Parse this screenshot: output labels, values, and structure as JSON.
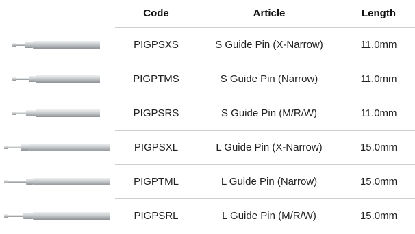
{
  "table": {
    "headers": {
      "code": "Code",
      "article": "Article",
      "length": "Length"
    },
    "rows": [
      {
        "code": "PIGPSXS",
        "article": "S Guide Pin (X-Narrow)",
        "length": "11.0mm",
        "image": "guide-pin-short-icon"
      },
      {
        "code": "PIGPTMS",
        "article": "S Guide Pin (Narrow)",
        "length": "11.0mm",
        "image": "guide-pin-short-icon"
      },
      {
        "code": "PIGPSRS",
        "article": "S Guide Pin (M/R/W)",
        "length": "11.0mm",
        "image": "guide-pin-short-icon"
      },
      {
        "code": "PIGPSXL",
        "article": "L Guide Pin (X-Narrow)",
        "length": "15.0mm",
        "image": "guide-pin-long-icon"
      },
      {
        "code": "PIGPTML",
        "article": "L Guide Pin (Narrow)",
        "length": "15.0mm",
        "image": "guide-pin-long-icon"
      },
      {
        "code": "PIGPSRL",
        "article": "L Guide Pin (M/R/W)",
        "length": "15.0mm",
        "image": "guide-pin-long-icon"
      }
    ]
  },
  "colors": {
    "divider": "#cfcfcf",
    "text": "#222222",
    "pin_metal": "#c4c7ca"
  }
}
